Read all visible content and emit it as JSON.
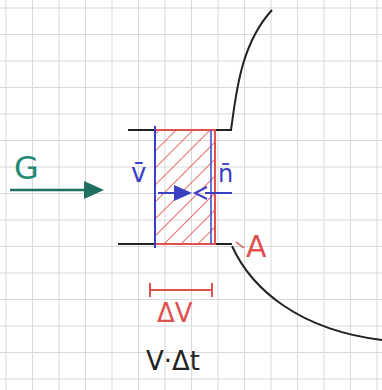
{
  "diagram": {
    "labels": [
      "G",
      "v̄",
      "n̄",
      "A",
      "ΔV",
      "V·Δt"
    ]
  }
}
